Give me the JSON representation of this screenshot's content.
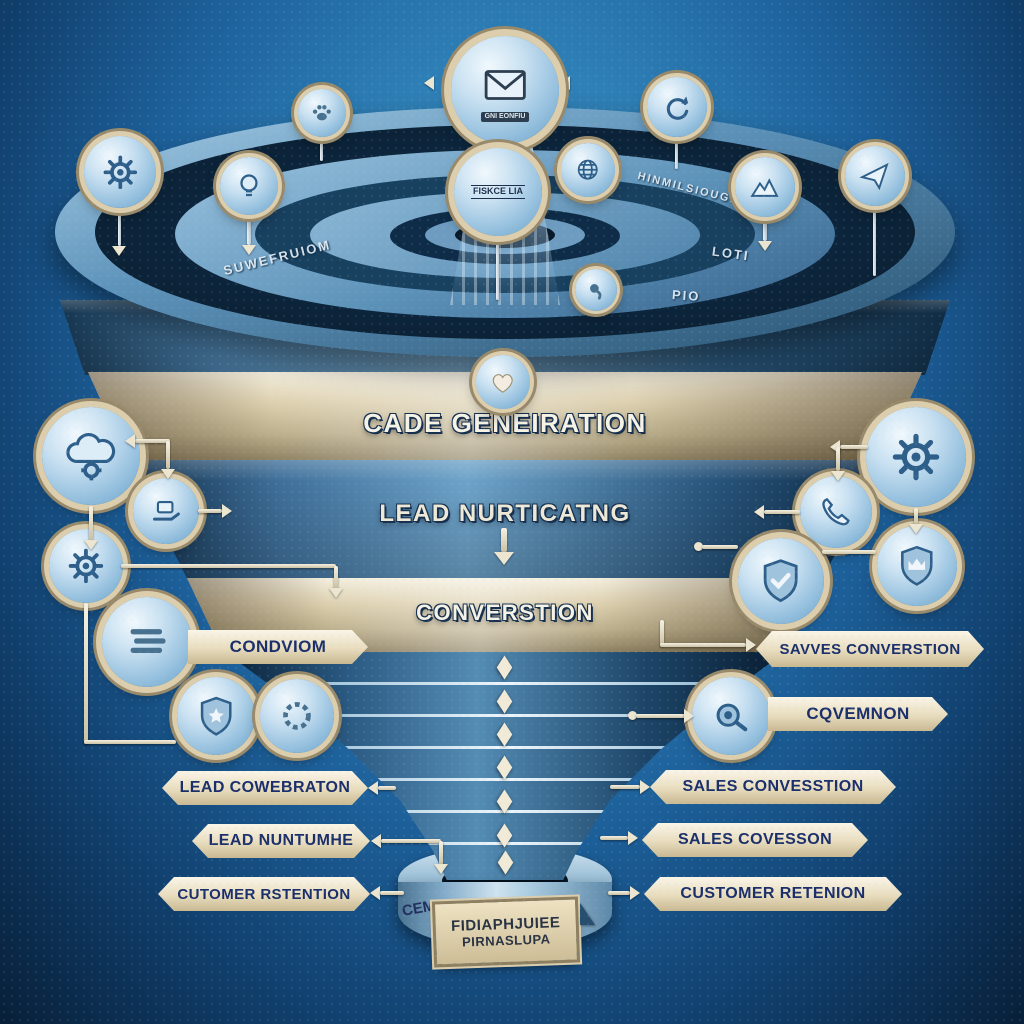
{
  "funnel": {
    "bands": [
      {
        "label": "CADE GENEIRATION"
      },
      {
        "label": "LEAD NURTICATNG"
      },
      {
        "label": "CONVERSTION"
      }
    ],
    "top_badges": {
      "envelope_caption": "GNI EONFIU",
      "center_caption": "FISKCE LIA"
    },
    "rim_texts": [
      "SUWEFRUIOM",
      "HINMILSIOUGNO",
      "LOTI",
      "PIO"
    ],
    "rim_icons": [
      "envelope",
      "gear",
      "lightbulb",
      "paw-print",
      "globe",
      "refresh-arrow",
      "mountain",
      "paper-plane",
      "comma",
      "heart"
    ],
    "base": {
      "side_label": "CEM",
      "plaque_line1": "FIDIAPHJUIEE",
      "plaque_line2": "PIRNASLUPA"
    }
  },
  "left_panel": {
    "icons": [
      "cloud-gears",
      "hand-mail",
      "gear",
      "document-lines",
      "shield-star",
      "gear-ring"
    ],
    "banners": [
      {
        "label": "CONDVIOM"
      },
      {
        "label": "LEAD COWEBRATON"
      },
      {
        "label": "LEAD NUNTUMHE"
      },
      {
        "label": "CUTOMER RSTENTION"
      }
    ]
  },
  "right_panel": {
    "icons": [
      "gear",
      "phone",
      "shield-crown",
      "shield-check",
      "camera-gear"
    ],
    "banners": [
      {
        "label": "SAVVES CONVERSTION"
      },
      {
        "label": "CQVEMNON"
      },
      {
        "label": "SALES CONVESSTION"
      },
      {
        "label": "SALES COVESSON"
      },
      {
        "label": "CUSTOMER RETENION"
      }
    ]
  },
  "colors": {
    "background_center": "#3b92c8",
    "background_edge": "#081f38",
    "funnel_blue": "#1d4a70",
    "band_beige": "#d9cca9",
    "banner_fill": "#e8dcbd",
    "banner_text": "#1b2f6b",
    "badge_ring": "#dcceac"
  }
}
